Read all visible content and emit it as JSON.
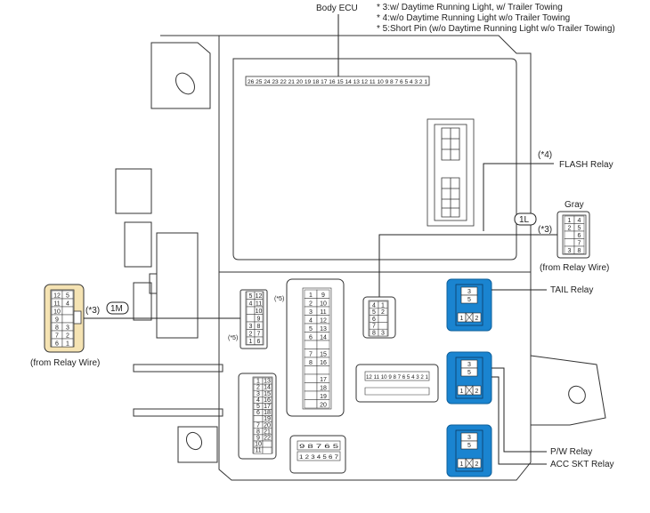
{
  "title": "Body ECU",
  "notes": [
    "* 3:w/ Daytime Running Light, w/ Trailer Towing",
    "* 4:w/o Daytime Running Light w/o Trailer Towing",
    "* 5:Short Pin (w/o Daytime Running Light w/o Trailer Towing)"
  ],
  "labels": {
    "flash_relay": "FLASH Relay",
    "flash_note": "(*4)",
    "gray": "Gray",
    "from_relay_wire_right": "(from Relay Wire)",
    "from_relay_wire_left": "(from Relay Wire)",
    "tail_relay": "TAIL Relay",
    "pw_relay": "P/W Relay",
    "acc_relay": "ACC SKT Relay",
    "conn_1l": "1L",
    "conn_1l_note": "(*3)",
    "conn_1m": "1M",
    "conn_1m_note": "(*3)",
    "short_pin_note_a": "(*5)",
    "short_pin_note_b": "(*5)"
  },
  "ecu_pins": "26 25 24 23 22 21 20 19 18 17 16 15 14 13 12 11 10 9 8 7 6 5 4 3 2 1",
  "relay_pins": [
    "3",
    "5",
    "1",
    "2"
  ],
  "conn_1m_pins": [
    [
      "12",
      "5"
    ],
    [
      "11",
      "4"
    ],
    [
      "10",
      ""
    ],
    [
      "9",
      ""
    ],
    [
      "8",
      "3"
    ],
    [
      "7",
      "2"
    ],
    [
      "6",
      "1"
    ]
  ],
  "conn_right_pins": [
    [
      "1",
      "4"
    ],
    [
      "2",
      "5"
    ],
    [
      "",
      "6"
    ],
    [
      "",
      "7"
    ],
    [
      "3",
      "8"
    ]
  ],
  "block_a_pins": [
    [
      "5",
      "12"
    ],
    [
      "4",
      "11"
    ],
    [
      "",
      "10"
    ],
    [
      "",
      "9"
    ],
    [
      "3",
      "8"
    ],
    [
      "2",
      "7"
    ],
    [
      "1",
      "6"
    ]
  ],
  "block_b_pins": [
    [
      "1",
      "9"
    ],
    [
      "2",
      "10"
    ],
    [
      "3",
      "11"
    ],
    [
      "4",
      "12"
    ],
    [
      "5",
      "13"
    ],
    [
      "6",
      "14"
    ],
    [
      "",
      ""
    ],
    [
      "7",
      "15"
    ],
    [
      "8",
      "16"
    ],
    [
      "",
      ""
    ],
    [
      "",
      "17"
    ],
    [
      "",
      "18"
    ],
    [
      "",
      "19"
    ],
    [
      "",
      "20"
    ]
  ],
  "block_c_pins": [
    [
      "4",
      "1"
    ],
    [
      "5",
      "2"
    ],
    [
      "6",
      ""
    ],
    [
      "7",
      ""
    ],
    [
      "8",
      "3"
    ]
  ],
  "block_d_pins": [
    [
      "1",
      "13"
    ],
    [
      "2",
      "14"
    ],
    [
      "3",
      "15"
    ],
    [
      "4",
      "16"
    ],
    [
      "5",
      "17"
    ],
    [
      "6",
      "18"
    ],
    [
      "",
      "19"
    ],
    [
      "7",
      "20"
    ],
    [
      "8",
      "21"
    ],
    [
      "9",
      "22"
    ],
    [
      "10",
      ""
    ],
    [
      "11",
      ""
    ]
  ],
  "block_e_top": "12 11 10 9 8 7 6 5 4 3 2 1",
  "block_f_top": "9 8 7 6 5",
  "block_f_bot": "1 2 3 4 5 6 7"
}
